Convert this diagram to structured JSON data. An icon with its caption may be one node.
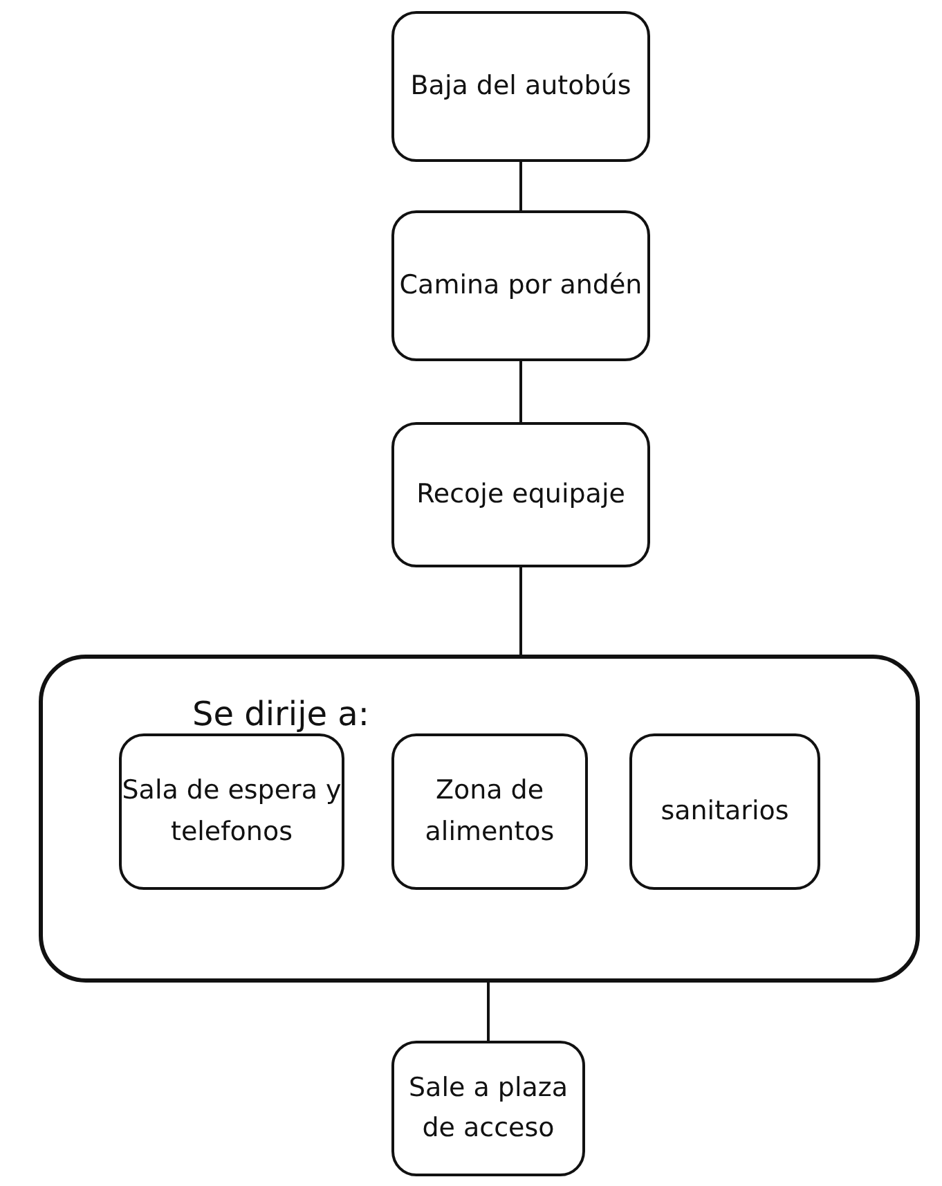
{
  "diagram": {
    "nodes": [
      {
        "text": [
          "Baja del autobús"
        ]
      },
      {
        "text": [
          "Camina por andén"
        ]
      },
      {
        "text": [
          "Recoje equipaje"
        ]
      },
      {
        "text": [
          "Se dirije a:"
        ]
      },
      {
        "text": [
          "Sala de espera y telefonos"
        ],
        "in": 3
      },
      {
        "text": [
          "Zona de alimentos"
        ],
        "in": 3
      },
      {
        "text": [
          "sanitarios"
        ],
        "in": 3
      },
      {
        "text": [
          "Sale a plaza de acceso"
        ]
      }
    ],
    "edges": [
      {
        "from": 0,
        "to": 1,
        "arrow": "none"
      },
      {
        "from": 1,
        "to": 2,
        "arrow": "none"
      },
      {
        "from": 2,
        "to": 3,
        "arrow": "none"
      },
      {
        "from": 3,
        "to": 7,
        "arrow": "none"
      }
    ]
  }
}
